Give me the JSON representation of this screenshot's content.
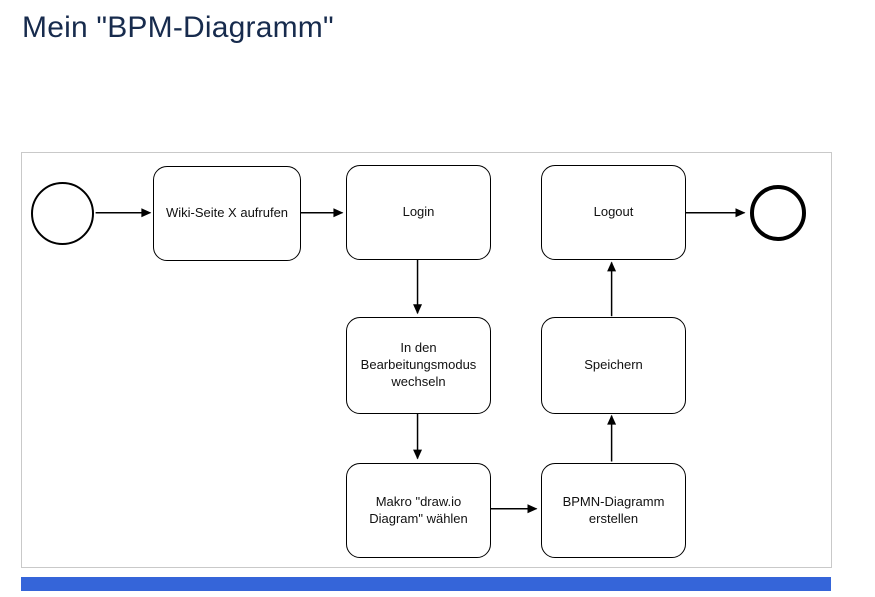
{
  "page": {
    "title": "Mein \"BPM-Diagramm\""
  },
  "colors": {
    "title_text": "#172B4D",
    "canvas_border": "#c9c9c9",
    "node_stroke": "#000000",
    "node_fill": "#ffffff",
    "selection_bar": "#3565d9"
  },
  "diagram": {
    "kind": "BPMN flowchart",
    "start_event": {
      "id": "start",
      "shape": "thin-circle"
    },
    "end_event": {
      "id": "end",
      "shape": "thick-circle"
    },
    "tasks": [
      {
        "id": "wiki",
        "label": "Wiki-Seite X aufrufen"
      },
      {
        "id": "login",
        "label": "Login"
      },
      {
        "id": "logout",
        "label": "Logout"
      },
      {
        "id": "editmode",
        "label": "In den Bearbeitungsmodus wechseln"
      },
      {
        "id": "speichern",
        "label": "Speichern"
      },
      {
        "id": "makro",
        "label": "Makro \"draw.io Diagram\" wählen"
      },
      {
        "id": "bpmn",
        "label": "BPMN-Diagramm erstellen"
      }
    ],
    "edges": [
      {
        "from": "start",
        "to": "wiki"
      },
      {
        "from": "wiki",
        "to": "login"
      },
      {
        "from": "login",
        "to": "editmode"
      },
      {
        "from": "editmode",
        "to": "makro"
      },
      {
        "from": "makro",
        "to": "bpmn"
      },
      {
        "from": "bpmn",
        "to": "speichern"
      },
      {
        "from": "speichern",
        "to": "logout"
      },
      {
        "from": "logout",
        "to": "end"
      }
    ]
  }
}
